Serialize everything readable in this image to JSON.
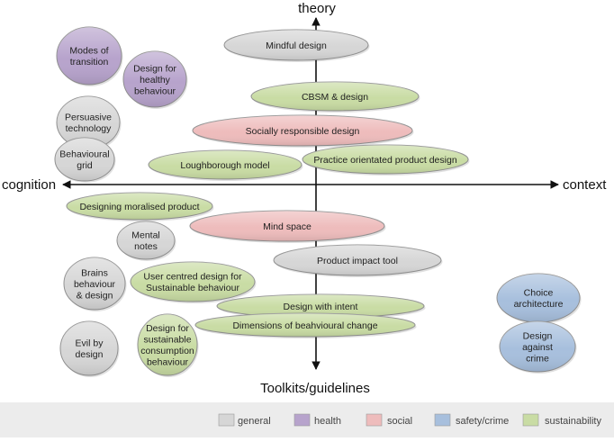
{
  "axes": {
    "top": "theory",
    "bottom": "Toolkits/guidelines",
    "left": "cognition",
    "right": "context"
  },
  "categories": {
    "general": {
      "label": "general",
      "color": "#d6d6d6"
    },
    "health": {
      "label": "health",
      "color": "#b7a3cc"
    },
    "social": {
      "label": "social",
      "color": "#eebcbc"
    },
    "safety_crime": {
      "label": "safety/crime",
      "color": "#a7bfdd"
    },
    "sustainability": {
      "label": "sustainability",
      "color": "#c9dca4"
    }
  },
  "legend_order": [
    "general",
    "health",
    "social",
    "safety_crime",
    "sustainability"
  ],
  "nodes": [
    {
      "id": "mindful-design",
      "lines": [
        "Mindful design"
      ],
      "category": "general"
    },
    {
      "id": "cbsm-design",
      "lines": [
        "CBSM & design"
      ],
      "category": "sustainability"
    },
    {
      "id": "socially-responsible-design",
      "lines": [
        "Socially responsible design"
      ],
      "category": "social"
    },
    {
      "id": "loughborough-model",
      "lines": [
        "Loughborough model"
      ],
      "category": "sustainability"
    },
    {
      "id": "practice-orientated-product-design",
      "lines": [
        "Practice orientated product design"
      ],
      "category": "sustainability"
    },
    {
      "id": "modes-of-transition",
      "lines": [
        "Modes of",
        "transition"
      ],
      "category": "health"
    },
    {
      "id": "design-for-healthy-behaviour",
      "lines": [
        "Design for",
        "healthy",
        "behaviour"
      ],
      "category": "health"
    },
    {
      "id": "persuasive-technology",
      "lines": [
        "Persuasive",
        "technology"
      ],
      "category": "general"
    },
    {
      "id": "behavioural-grid",
      "lines": [
        "Behavioural",
        "grid"
      ],
      "category": "general"
    },
    {
      "id": "designing-moralised-product",
      "lines": [
        "Designing moralised product"
      ],
      "category": "sustainability"
    },
    {
      "id": "mind-space",
      "lines": [
        "Mind space"
      ],
      "category": "social"
    },
    {
      "id": "mental-notes",
      "lines": [
        "Mental",
        "notes"
      ],
      "category": "general"
    },
    {
      "id": "product-impact-tool",
      "lines": [
        "Product impact tool"
      ],
      "category": "general"
    },
    {
      "id": "brains-behaviour-design",
      "lines": [
        "Brains",
        "behaviour",
        "& design"
      ],
      "category": "general"
    },
    {
      "id": "user-centred-design",
      "lines": [
        "User centred design for",
        "Sustainable behaviour"
      ],
      "category": "sustainability"
    },
    {
      "id": "design-with-intent",
      "lines": [
        "Design with intent"
      ],
      "category": "sustainability"
    },
    {
      "id": "dimensions-of-behavioural-change",
      "lines": [
        "Dimensions of beahvioural change"
      ],
      "category": "sustainability"
    },
    {
      "id": "evil-by-design",
      "lines": [
        "Evil by",
        "design"
      ],
      "category": "general"
    },
    {
      "id": "design-for-sustainable-consumption",
      "lines": [
        "Design for",
        "sustainable",
        "consumption",
        "behaviour"
      ],
      "category": "sustainability"
    },
    {
      "id": "choice-architecture",
      "lines": [
        "Choice",
        "architecture"
      ],
      "category": "safety_crime"
    },
    {
      "id": "design-against-crime",
      "lines": [
        "Design",
        "against",
        "crime"
      ],
      "category": "safety_crime"
    }
  ]
}
